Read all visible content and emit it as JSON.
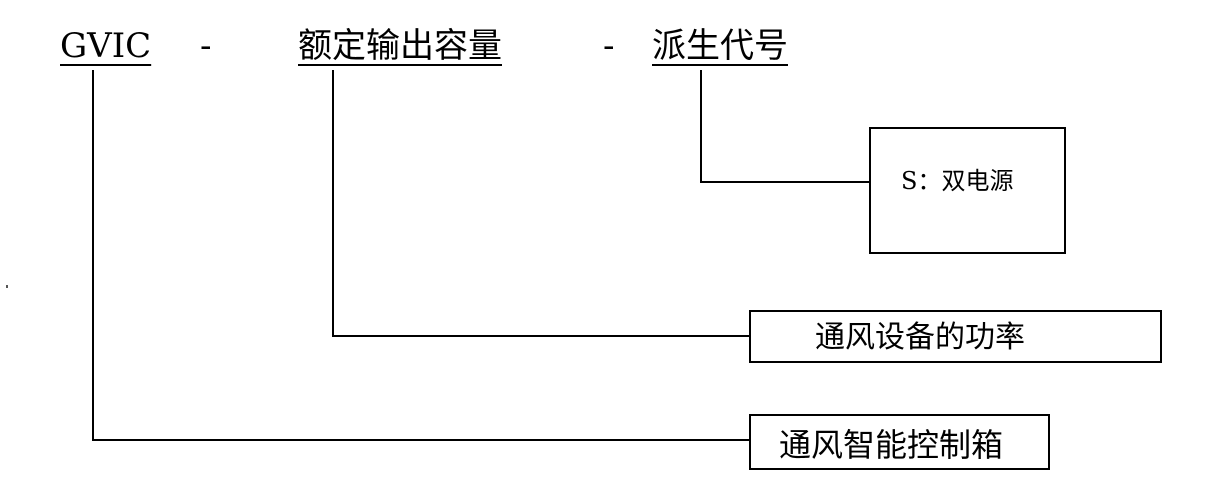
{
  "model_code": {
    "prefix": "GVIC",
    "separator_1": "-",
    "rated_output": "额定输出容量",
    "separator_2": "-",
    "derivative_code": "派生代号"
  },
  "boxes": {
    "derivative": "S：双电源",
    "rated_output": "通风设备的功率",
    "prefix": "通风智能控制箱"
  }
}
